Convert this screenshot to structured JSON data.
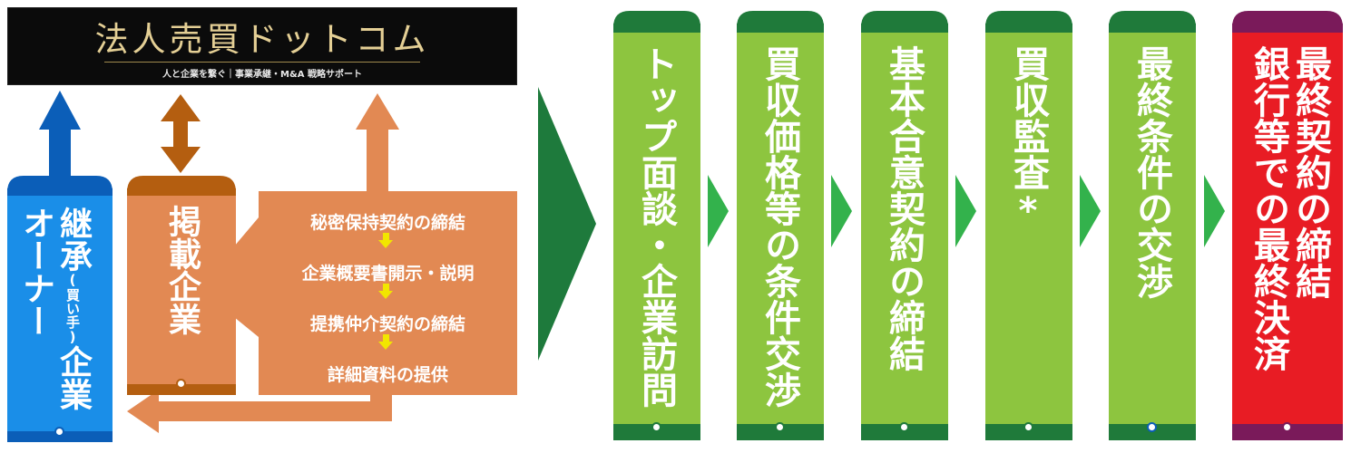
{
  "header": {
    "title": "法人売買ドットコム",
    "subtitle": "人と企業を繋ぐ｜事業承継・M&A 戦略サポート"
  },
  "left": {
    "successor_line1": "継承",
    "successor_small": "(買い手)",
    "successor_line1b": "企業",
    "successor_line2": "オーナー",
    "listed_company": "掲載企業",
    "process_steps": [
      "秘密保持契約の締結",
      "企業概要書開示・説明",
      "提携仲介契約の締結",
      "詳細資料の提供"
    ]
  },
  "flow": {
    "stages": [
      "トップ面談・企業訪問",
      "買収価格等の条件交渉",
      "基本合意契約の締結",
      "買収監査*",
      "最終条件の交渉"
    ],
    "final_line1": "最終契約の締結",
    "final_line2": "銀行等での最終決済"
  },
  "colors": {
    "blue": "#1a8ee8",
    "blue_dark": "#0b5eb8",
    "orange": "#e28953",
    "orange_dark": "#b45e10",
    "green": "#8dc53f",
    "green_dark": "#1f7a3a",
    "red": "#e81c24",
    "red_dark": "#7a1a5a",
    "chevron": "#1e7a3c",
    "small_chevron": "#33b24c",
    "yellow": "#f2e600"
  }
}
